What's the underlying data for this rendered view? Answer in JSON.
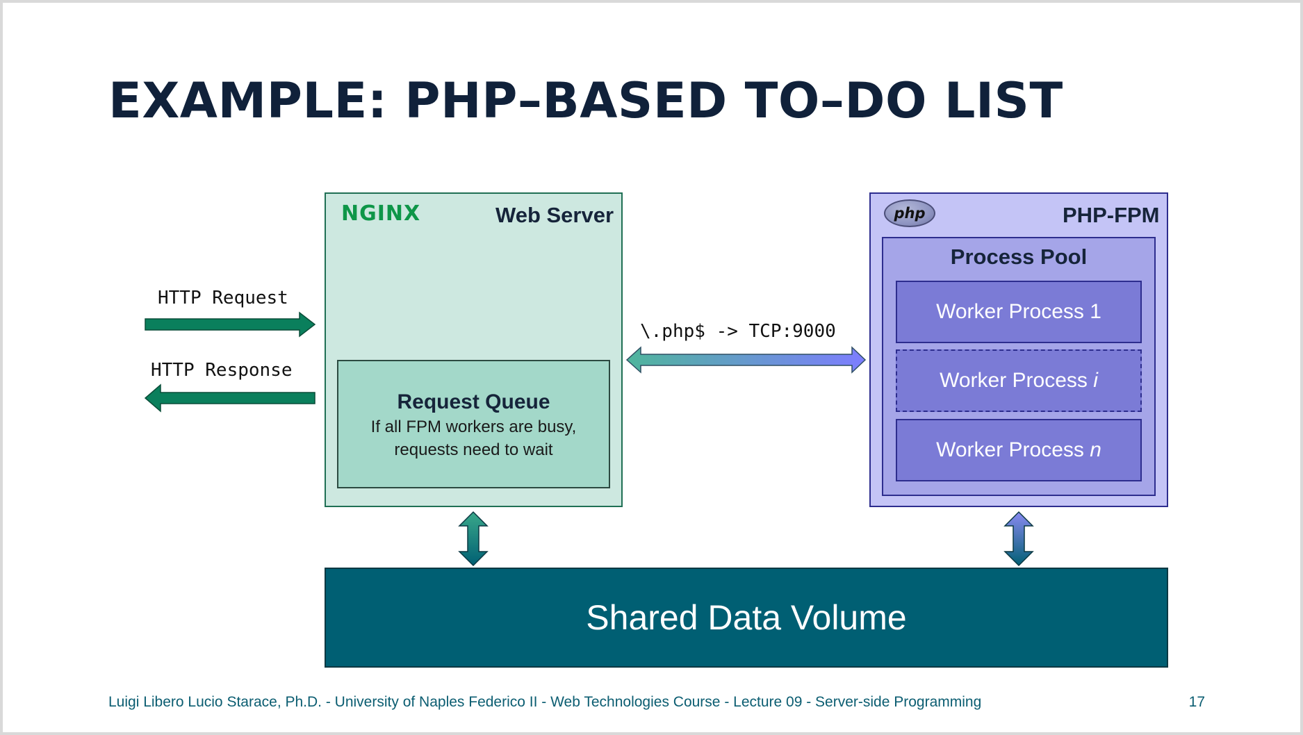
{
  "slide": {
    "title": "EXAMPLE: PHP–BASED TO–DO LIST",
    "footer": "Luigi Libero Lucio Starace, Ph.D. - University of Naples Federico II - Web Technologies Course - Lecture 09 - Server-side Programming",
    "page_number": "17"
  },
  "diagram": {
    "http_request_label": "HTTP Request",
    "http_response_label": "HTTP Response",
    "web_server": {
      "logo_text": "NGINX",
      "title": "Web Server",
      "queue_title": "Request Queue",
      "queue_desc_line1": "If all FPM workers are busy,",
      "queue_desc_line2": "requests need to wait"
    },
    "connection_label": "\\.php$ -> TCP:9000",
    "php_fpm": {
      "logo_text": "php",
      "title": "PHP-FPM",
      "pool_title": "Process Pool",
      "workers": [
        {
          "label": "Worker Process ",
          "suffix": "1"
        },
        {
          "label": "Worker Process ",
          "suffix": "i"
        },
        {
          "label": "Worker Process ",
          "suffix": "n"
        }
      ]
    },
    "volume_label": "Shared Data Volume"
  },
  "colors": {
    "title": "#10213a",
    "nginx_green": "#0e9648",
    "web_server_fill": "#cde8e0",
    "queue_fill": "#a3d8c9",
    "fpm_fill": "#c4c4f6",
    "pool_fill": "#a5a5e8",
    "worker_fill": "#7b7bd6",
    "volume_fill": "#005f73",
    "arrow_green": "#0a7f5c",
    "footer": "#0b5d71"
  }
}
